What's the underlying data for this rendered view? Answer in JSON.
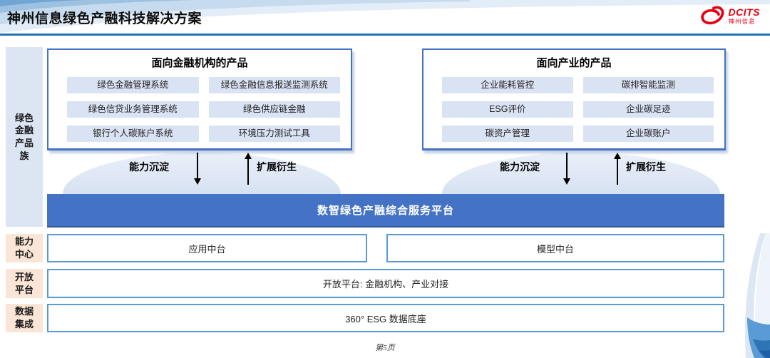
{
  "header": {
    "title": "神州信息绿色产融科技解决方案",
    "logo": {
      "brand": "DCITS",
      "brand_cn": "神州信息"
    }
  },
  "sidebar": {
    "items": [
      {
        "label": "绿色金融产品族"
      },
      {
        "label": "能力中心"
      },
      {
        "label": "开放平台"
      },
      {
        "label": "数据集成"
      }
    ]
  },
  "financial_products": {
    "title": "面向金融机构的产品",
    "items": [
      "绿色金融管理系统",
      "绿色金融信息报送监测系统",
      "绿色信贷业务管理系统",
      "绿色供应链金融",
      "银行个人碳账户系统",
      "环境压力测试工具"
    ]
  },
  "industry_products": {
    "title": "面向产业的产品",
    "items": [
      "企业能耗管控",
      "碳排智能监测",
      "ESG评价",
      "企业碳足迹",
      "碳资产管理",
      "企业碳账户"
    ]
  },
  "flow": {
    "down_label": "能力沉淀",
    "up_label": "扩展衍生"
  },
  "platform_bar": {
    "label": "数智绿色产融综合服务平台"
  },
  "capability_row": {
    "left": "应用中台",
    "right": "模型中台"
  },
  "open_platform_row": {
    "label": "开放平台: 金融机构、产业对接"
  },
  "data_row": {
    "label": "360° ESG 数据底座"
  },
  "footer": {
    "page": "第5页"
  },
  "colors": {
    "accent_blue": "#4472c4",
    "item_fill": "#dae3f3",
    "sidebar_blue": "#dce6f2",
    "sidebar_peach": "#fbe5d6",
    "box_border": "#5b9bd5",
    "underline_blue": "#2471b8",
    "brand_red": "#e60012"
  }
}
